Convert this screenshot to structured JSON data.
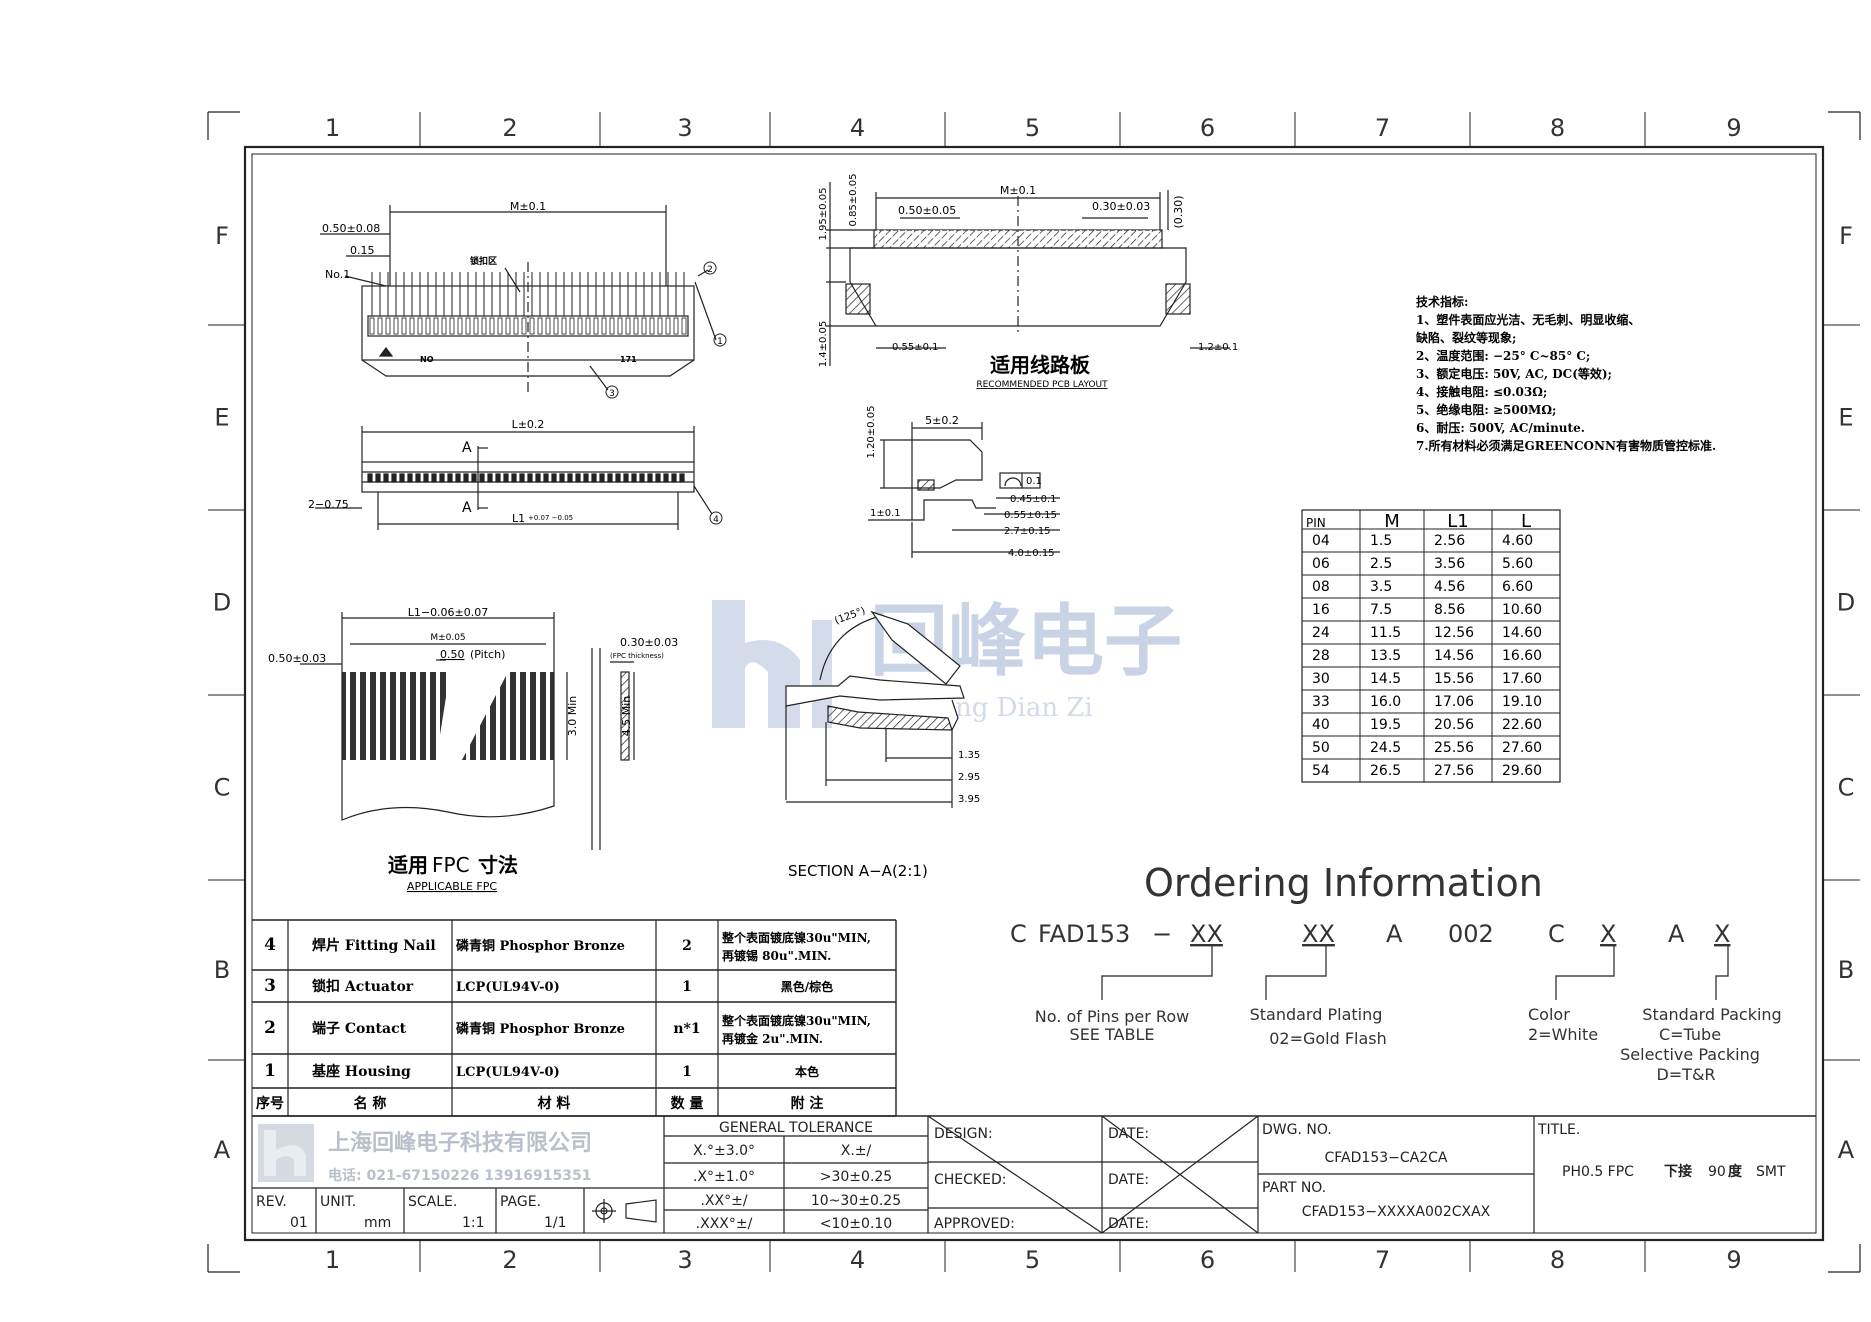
{
  "frame": {
    "cols": [
      "1",
      "2",
      "3",
      "4",
      "5",
      "6",
      "7",
      "8",
      "9"
    ],
    "rows": [
      "F",
      "E",
      "D",
      "C",
      "B",
      "A"
    ]
  },
  "watermark": {
    "cn": "回峰电子",
    "en": "ng Dian Zi",
    "color": "#c9d3e6"
  },
  "views": {
    "top_dim_m": "M±0.1",
    "top_dim_pitch": "0.50±0.08",
    "top_dim_015": "0.15",
    "top_no1": "No.1",
    "top_mark_cn": "锁扣区",
    "top_label_left": "NO",
    "top_label_right": "171",
    "callout_1": "1",
    "callout_2": "2",
    "callout_3": "3",
    "callout_4": "4",
    "front_dim_l": "L±0.2",
    "front_a_top": "A",
    "front_a_bot": "A",
    "front_dim_075": "2−0.75",
    "front_dim_l1": "L1",
    "front_dim_l1_tol": "+0.07 −0.05",
    "fpc_dim_l1": "L1−0.06±0.07",
    "fpc_dim_m": "M±0.05",
    "fpc_dim_edge": "0.50±0.03",
    "fpc_pitch_val": "0.50",
    "fpc_pitch_word": "(Pitch)",
    "fpc_dim_30": "3.0 Min",
    "fpc_dim_45": "4.5 Min",
    "fpc_thk": "0.30±0.03",
    "fpc_thk_note": "(FPC thickness)",
    "fpc_title_cn": "适用",
    "fpc_title_mid": "FPC",
    "fpc_title_end": "寸法",
    "fpc_title_en": "APPLICABLE FPC",
    "pcb_dim_m": "M±0.1",
    "pcb_dim_pitch": "0.50±0.05",
    "pcb_dim_030": "0.30±0.03",
    "pcb_dim_030b": "(0.30)",
    "pcb_dim_195": "1.95±0.05",
    "pcb_dim_085": "0.85±0.05",
    "pcb_dim_14": "1.4±0.05",
    "pcb_dim_055": "0.55±0.1",
    "pcb_dim_12": "1.2±0.1",
    "pcb_title_cn": "适用线路板",
    "pcb_title_en": "RECOMMENDED PCB LAYOUT",
    "side_dim_5": "5±0.2",
    "side_dim_120": "1.20±0.05",
    "side_dim_1": "1±0.1",
    "side_dim_045": "0.45±0.1",
    "side_dim_055": "0.55±0.15",
    "side_dim_27": "2.7±0.15",
    "side_dim_40": "4.0±0.15",
    "side_flat": "0.1",
    "sec_angle": "(125°)",
    "sec_135": "1.35",
    "sec_295": "2.95",
    "sec_395": "3.95",
    "sec_title": "SECTION  A−A(2:1)"
  },
  "specs": {
    "title": "技术指标:",
    "lines": [
      "1、塑件表面应光洁、无毛刺、明显收缩、",
      "    缺陷、裂纹等现象;",
      "2、温度范围: −25° C~85° C;",
      "3、额定电压: 50V, AC, DC(等效);",
      "4、接触电阻: ≤0.03Ω;",
      "5、绝缘电阻: ≥500MΩ;",
      "6、耐压: 500V, AC/minute.",
      "7.所有材料必须满足GREENCONN有害物质管控标准."
    ]
  },
  "pin_table": {
    "headers": [
      "PIN",
      "M",
      "L1",
      "L"
    ],
    "rows": [
      [
        "04",
        "1.5",
        "2.56",
        "4.60"
      ],
      [
        "06",
        "2.5",
        "3.56",
        "5.60"
      ],
      [
        "08",
        "3.5",
        "4.56",
        "6.60"
      ],
      [
        "16",
        "7.5",
        "8.56",
        "10.60"
      ],
      [
        "24",
        "11.5",
        "12.56",
        "14.60"
      ],
      [
        "28",
        "13.5",
        "14.56",
        "16.60"
      ],
      [
        "30",
        "14.5",
        "15.56",
        "17.60"
      ],
      [
        "33",
        "16.0",
        "17.06",
        "19.10"
      ],
      [
        "40",
        "19.5",
        "20.56",
        "22.60"
      ],
      [
        "50",
        "24.5",
        "25.56",
        "27.60"
      ],
      [
        "54",
        "26.5",
        "27.56",
        "29.60"
      ]
    ]
  },
  "ordering": {
    "title": "Ordering  Information",
    "code": [
      "C",
      "FAD153",
      "−",
      "XX",
      "XX",
      "A",
      "002",
      "C",
      "X",
      "A",
      "X"
    ],
    "desc_pins_1": "No. of Pins per Row",
    "desc_pins_2": "SEE  TABLE",
    "desc_plating_1": "Standard  Plating",
    "desc_plating_2": "02=Gold  Flash",
    "desc_color_1": "Color",
    "desc_color_2": "2=White",
    "desc_pack_1": "Standard  Packing",
    "desc_pack_2": "C=Tube",
    "desc_pack_3": "Selective  Packing",
    "desc_pack_4": "D=T&R"
  },
  "bom": {
    "rows": [
      {
        "no": "4",
        "name": "焊片 Fitting Nail",
        "material": "磷青铜 Phosphor Bronze",
        "qty": "2",
        "note1": "整个表面镀底镍30u\"MIN,",
        "note2": "再镀锡 80u\".MIN."
      },
      {
        "no": "3",
        "name": "锁扣 Actuator",
        "material": "LCP(UL94V-0)",
        "qty": "1",
        "note1": "黑色/棕色",
        "note2": ""
      },
      {
        "no": "2",
        "name": "端子 Contact",
        "material": "磷青铜 Phosphor Bronze",
        "qty": "n*1",
        "note1": "整个表面镀底镍30u\"MIN,",
        "note2": "再镀金 2u\".MIN."
      },
      {
        "no": "1",
        "name": "基座 Housing",
        "material": "LCP(UL94V-0)",
        "qty": "1",
        "note1": "本色",
        "note2": ""
      }
    ],
    "header": {
      "no": "序号",
      "name": "名  称",
      "material": "材  料",
      "qty": "数 量",
      "note": "附  注"
    }
  },
  "title_block": {
    "company_cn": "上海回峰电子科技有限公司",
    "phone": "电话: 021-67150226  13916915351",
    "rev_label": "REV.",
    "rev": "01",
    "unit_label": "UNIT.",
    "unit": "mm",
    "scale_label": "SCALE.",
    "scale": "1:1",
    "page_label": "PAGE.",
    "page": "1/1",
    "tol_title": "GENERAL  TOLERANCE",
    "tol": [
      [
        "X.°±3.0°",
        "X.±/"
      ],
      [
        ".X°±1.0°",
        ">30±0.25"
      ],
      [
        ".XX°±/",
        "10~30±0.25"
      ],
      [
        ".XXX°±/",
        "<10±0.10"
      ]
    ],
    "design_label": "DESIGN:",
    "checked_label": "CHECKED:",
    "approved_label": "APPROVED:",
    "date_label": "DATE:",
    "dwg_label": "DWG.  NO.",
    "dwg_no": "CFAD153−CA2CA",
    "part_label": "PART  NO.",
    "part_no": "CFAD153−XXXXA002CXAX",
    "title_label": "TITLE.",
    "title_pre": "PH0.5  FPC",
    "title_cn1": "下接",
    "title_mid": "90",
    "title_cn2": "度",
    "title_end": "SMT"
  }
}
